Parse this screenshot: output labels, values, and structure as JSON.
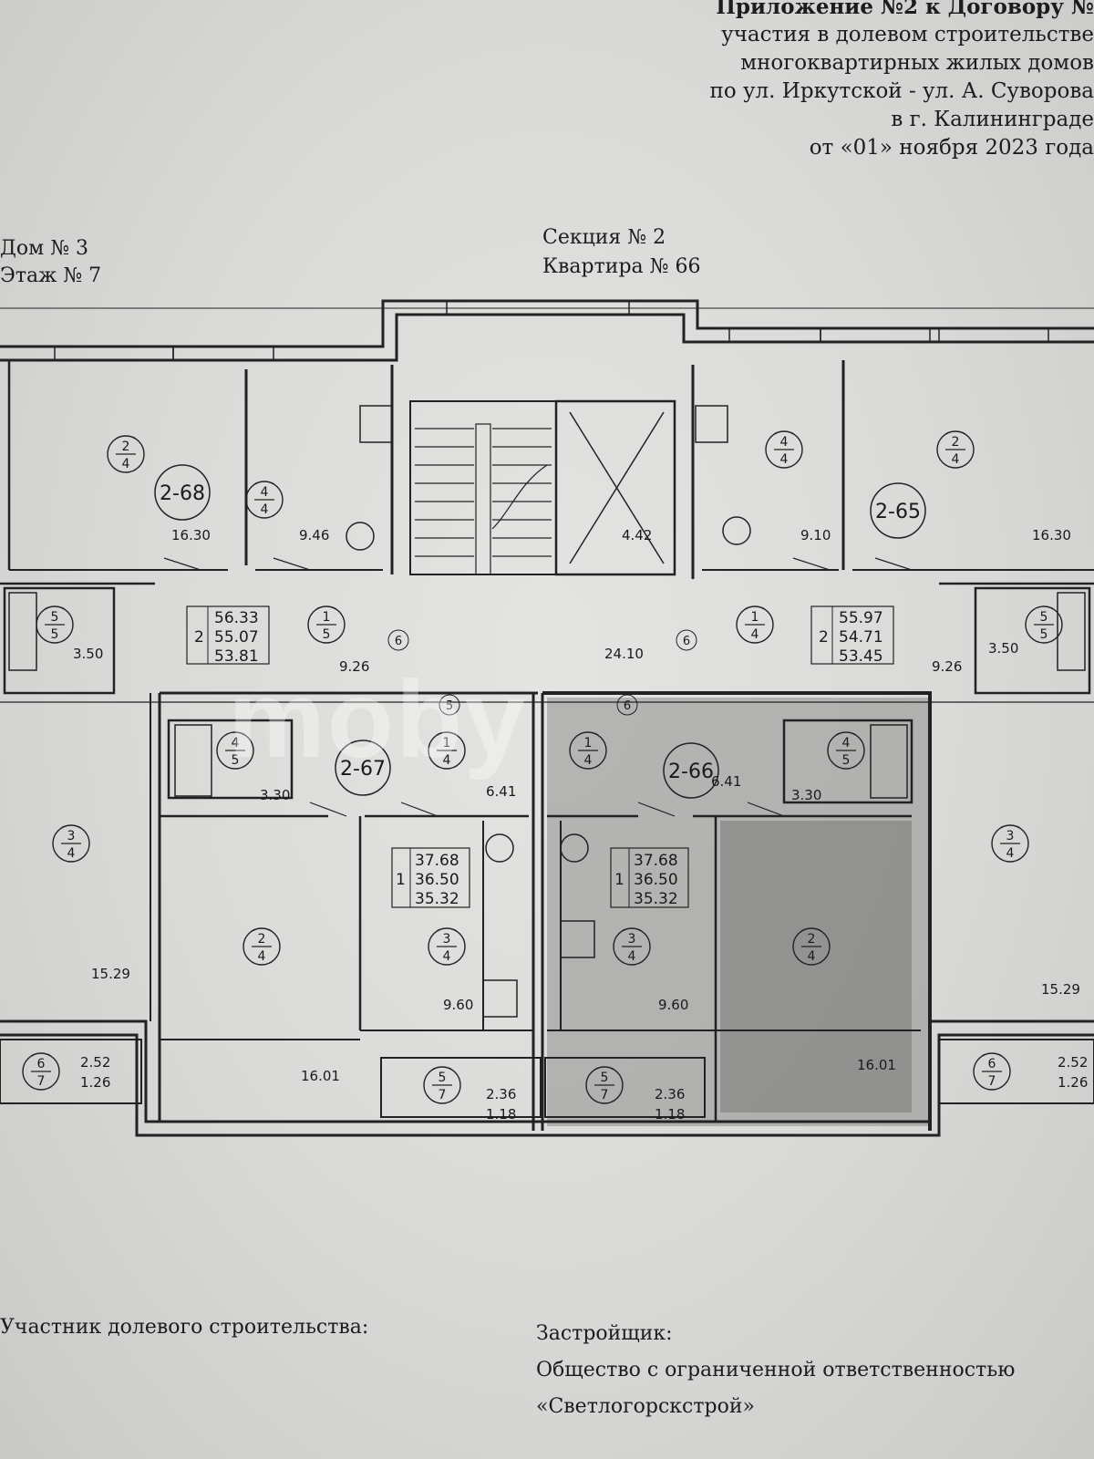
{
  "header": {
    "lines": [
      "Приложение №2 к Договору №",
      "участия в долевом строительстве",
      "многоквартирных жилых домов",
      "по ул. Иркутской - ул. А. Суворова",
      "в г. Калининграде",
      "от «01» ноября 2023 года"
    ]
  },
  "house": {
    "line1": "Дом № 3",
    "line2": "Этаж № 7"
  },
  "section": {
    "line1": "Секция № 2",
    "line2": "Квартира № 66"
  },
  "apartments": {
    "a68": {
      "id": "2-68",
      "rooms": "2",
      "areas": [
        "56.33",
        "55.07",
        "53.81"
      ]
    },
    "a65": {
      "id": "2-65",
      "rooms": "2",
      "areas": [
        "55.97",
        "54.71",
        "53.45"
      ]
    },
    "a67": {
      "id": "2-67",
      "rooms": "1",
      "areas": [
        "37.68",
        "36.50",
        "35.32"
      ]
    },
    "a66": {
      "id": "2-66",
      "rooms": "1",
      "areas": [
        "37.68",
        "36.50",
        "35.32"
      ]
    }
  },
  "room_areas": {
    "r1": "16.30",
    "r2": "9.46",
    "r3": "4.42",
    "r4": "9.10",
    "r5": "16.30",
    "r6": "3.50",
    "r7": "9.26",
    "r8": "24.10",
    "r9": "9.26",
    "r10": "3.50",
    "r11": "3.30",
    "r12": "6.41",
    "r13": "6.41",
    "r14": "3.30",
    "r15": "15.29",
    "r16": "15.29",
    "r17": "9.60",
    "r18": "9.60",
    "r19": "16.01",
    "r20": "16.01",
    "b1": "2.52",
    "b1b": "1.26",
    "b2": "2.36",
    "b2b": "1.18",
    "b3": "2.36",
    "b3b": "1.18",
    "b4": "2.52",
    "b4b": "1.26"
  },
  "markers": {
    "m1": {
      "top": "2",
      "bottom": "4"
    },
    "m2": {
      "top": "4",
      "bottom": "4"
    },
    "m3": {
      "top": "4",
      "bottom": "4"
    },
    "m4": {
      "top": "2",
      "bottom": "4"
    },
    "m5": {
      "top": "5",
      "bottom": "5"
    },
    "m6": {
      "top": "1",
      "bottom": "5"
    },
    "m7": {
      "top": "1",
      "bottom": "4"
    },
    "m8": {
      "top": "5",
      "bottom": "5"
    },
    "m9": {
      "top": "4",
      "bottom": "5"
    },
    "m10": {
      "top": "1",
      "bottom": "4"
    },
    "m11": {
      "top": "1",
      "bottom": "4"
    },
    "m12": {
      "top": "4",
      "bottom": "5"
    },
    "m13": {
      "top": "3",
      "bottom": "4"
    },
    "m14": {
      "top": "2",
      "bottom": "4"
    },
    "m15": {
      "top": "3",
      "bottom": "4"
    },
    "m16": {
      "top": "3",
      "bottom": "4"
    },
    "m17": {
      "top": "2",
      "bottom": "4"
    },
    "m18": {
      "top": "3",
      "bottom": "4"
    },
    "m19": {
      "top": "6",
      "bottom": "7"
    },
    "m20": {
      "top": "5",
      "bottom": "7"
    },
    "m21": {
      "top": "5",
      "bottom": "7"
    },
    "m22": {
      "top": "6",
      "bottom": "7"
    },
    "s1": "6",
    "s2": "5",
    "s3": "6",
    "s4": "6"
  },
  "watermark": "moby",
  "signature": {
    "left": "Участник долевого строительства:",
    "right_title": "Застройщик:",
    "right_line2": "Общество с ограниченной ответственностью",
    "right_line3": "«Светлогорскстрой»"
  },
  "colors": {
    "paper": "#dcdcda",
    "ink": "#1c1c1c",
    "highlight": "#8a8a88"
  }
}
